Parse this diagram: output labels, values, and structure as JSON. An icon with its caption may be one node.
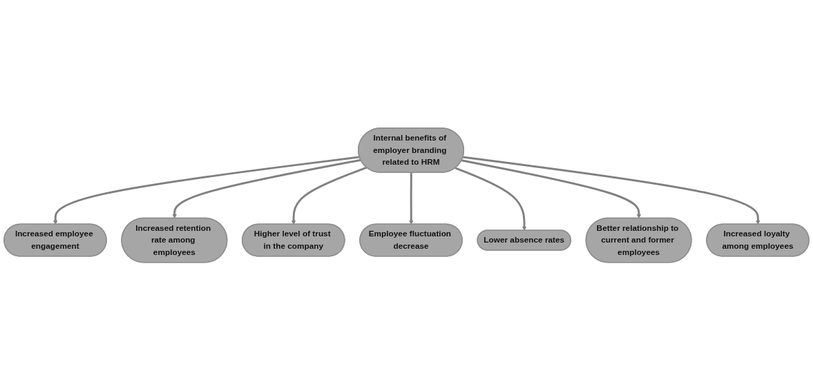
{
  "diagram": {
    "nodes": [
      {
        "text": [
          "Internal benefits of employer branding related to HRM"
        ]
      },
      {
        "text": [
          "Increased employee engagement"
        ]
      },
      {
        "text": [
          "Increased retention rate among employees"
        ]
      },
      {
        "text": [
          "Higher level of trust in the company"
        ]
      },
      {
        "text": [
          "Employee fluctuation decrease"
        ]
      },
      {
        "text": [
          "Lower absence rates"
        ]
      },
      {
        "text": [
          "Better relationship to current and former employees"
        ]
      },
      {
        "text": [
          "Increased loyalty among employees"
        ]
      }
    ],
    "edges": [
      {
        "from": 0,
        "to": 1,
        "arrow": "to"
      },
      {
        "from": 0,
        "to": 2,
        "arrow": "to"
      },
      {
        "from": 0,
        "to": 3,
        "arrow": "to"
      },
      {
        "from": 0,
        "to": 4,
        "arrow": "to"
      },
      {
        "from": 0,
        "to": 5,
        "arrow": "to"
      },
      {
        "from": 0,
        "to": 6,
        "arrow": "to"
      },
      {
        "from": 0,
        "to": 7,
        "arrow": "to"
      }
    ]
  }
}
